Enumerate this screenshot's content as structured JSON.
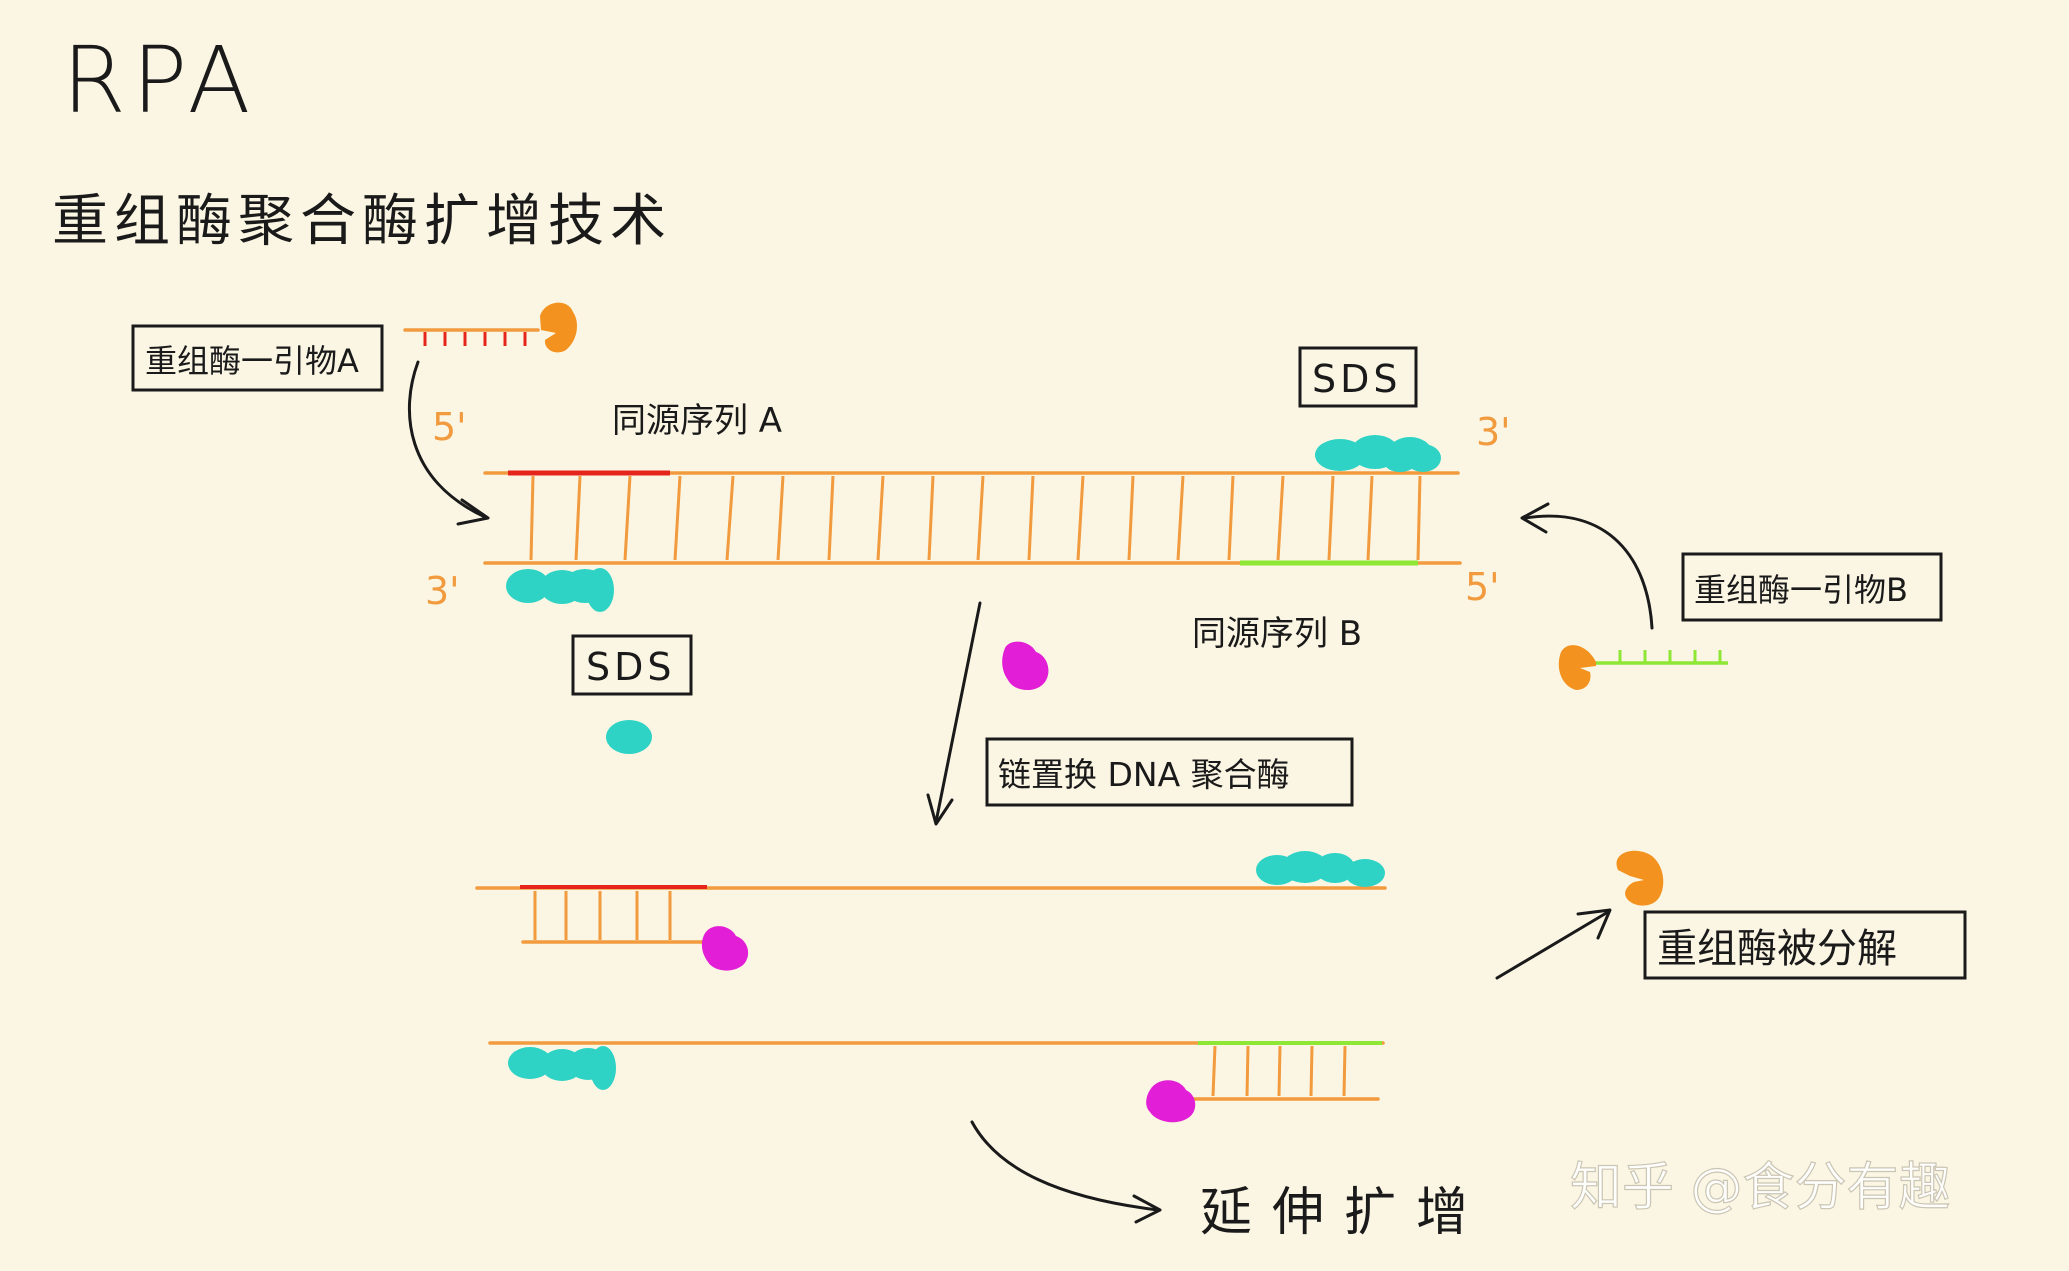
{
  "title": "RPA",
  "subtitle": "重组酶聚合酶扩增技术",
  "labels": {
    "recombinase_primer_a": "重组酶一引物A",
    "recombinase_primer_b": "重组酶一引物B",
    "sds_top": "SDS",
    "sds_bottom": "SDS",
    "homologous_a": "同源序列 A",
    "homologous_b": "同源序列 B",
    "polymerase": "链置换 DNA 聚合酶",
    "recombinase_decomposed": "重组酶被分解",
    "extension": "延伸扩增",
    "watermark": "知乎 @食分有趣"
  },
  "strand_ends": {
    "top_left": "5'",
    "top_right": "3'",
    "bottom_left": "3'",
    "bottom_right": "5'"
  },
  "colors": {
    "background": "#FBF6E4",
    "dna": "#F19A3E",
    "primer_a": "#E5251B",
    "primer_b": "#8EE635",
    "sds_protein": "#2ED3C5",
    "recombinase": "#F3921F",
    "polymerase": "#E21ED6"
  }
}
